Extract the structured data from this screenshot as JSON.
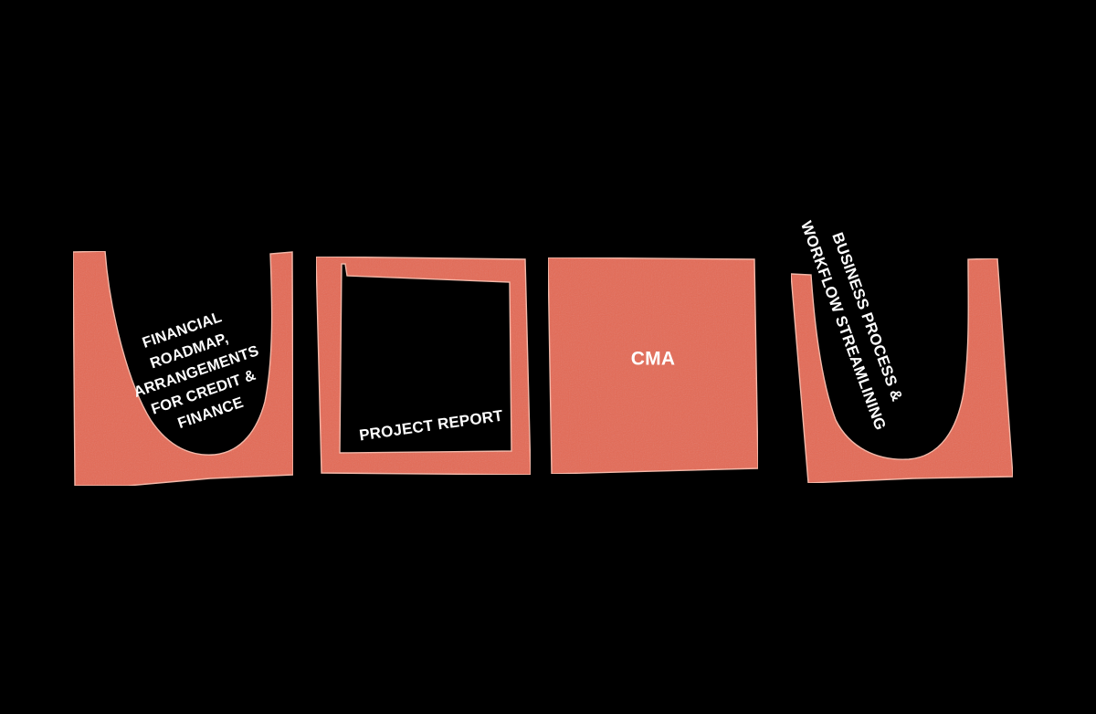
{
  "colors": {
    "background": "#000000",
    "shape_fill": "#e36a55",
    "shape_edge": "#f4b8a8",
    "text": "#ffffff"
  },
  "cards": {
    "financial": {
      "lines": [
        "FINANCIAL",
        "ROADMAP,",
        "ARRANGEMENTS",
        "FOR CREDIT &",
        "FINANCE"
      ]
    },
    "project": {
      "label": "PROJECT REPORT"
    },
    "cma": {
      "label": "CMA"
    },
    "business": {
      "lines": [
        "BUSINESS PROCESS &",
        "WORKFLOW STREAMLINING"
      ]
    }
  }
}
